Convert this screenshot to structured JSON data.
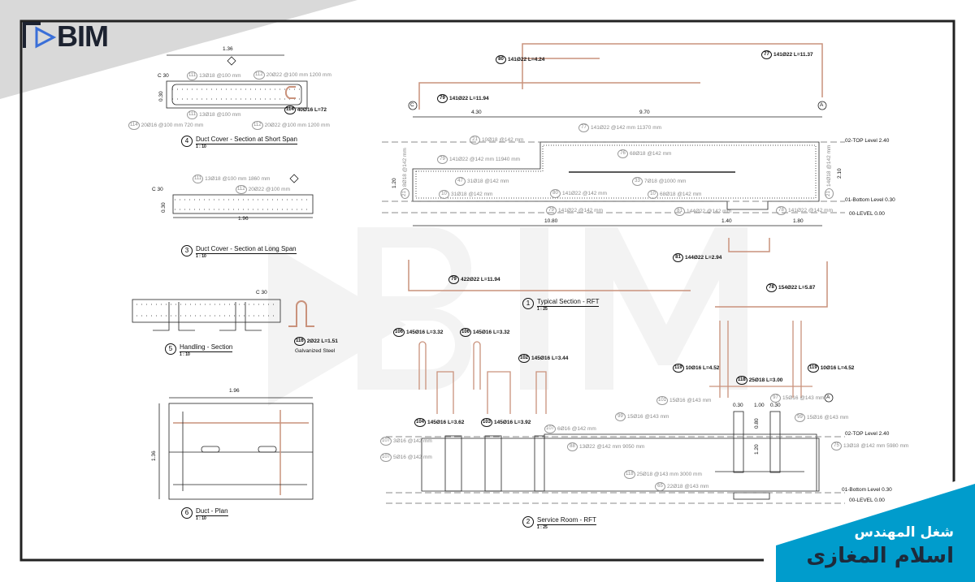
{
  "branding": {
    "logo_text": "BIM",
    "engineer_label": "شغل المهندس",
    "engineer_name": "اسلام المغازى",
    "accent": "#009ccc"
  },
  "colors": {
    "rebar": "#c9927c",
    "tag": "#8a8a8a",
    "frame": "#222222"
  },
  "views": [
    {
      "num": "4",
      "title": "Duct Cover - Section at Short Span",
      "scale": "1 : 10"
    },
    {
      "num": "3",
      "title": "Duct Cover - Section at Long Span",
      "scale": "1 : 10"
    },
    {
      "num": "5",
      "title": "Handling - Section",
      "scale": "1 : 10"
    },
    {
      "num": "6",
      "title": "Duct - Plan",
      "scale": "1 : 10"
    },
    {
      "num": "1",
      "title": "Typical Section - RFT",
      "scale": "1 : 25"
    },
    {
      "num": "2",
      "title": "Service Room - RFT",
      "scale": "1 : 25"
    }
  ],
  "texts": [
    "1.36",
    "C 30",
    "0.30",
    "C 30",
    "0.30",
    "1.96",
    "C 30",
    "Galvanized Steel",
    "1.96",
    "1.36",
    "C",
    "A",
    "4.30",
    "9.70",
    "1.20",
    "2.10",
    "02-TOP Level 2.40",
    "01-Bottom Level 0.30",
    "00-LEVEL 0.00",
    "10.80",
    "1.40",
    "1.80",
    "A",
    "0.80",
    "1.20",
    "02-TOP Level 2.40",
    "01-Bottom Level 0.30",
    "00-LEVEL 0.00",
    "0.30",
    "1.00",
    "0.30"
  ],
  "tags": [
    {
      "n": "111",
      "t": "13Ø18 @100 mm"
    },
    {
      "n": "112",
      "t": "20Ø22 @100 mm 1200 mm"
    },
    {
      "n": "111",
      "t": "13Ø18 @100 mm"
    },
    {
      "n": "114",
      "t": "20Ø16 @100 mm 720 mm"
    },
    {
      "n": "112",
      "t": "20Ø22 @100 mm 1200 mm"
    },
    {
      "n": "114",
      "t": "40Ø16 L=72",
      "bar": true
    },
    {
      "n": "111",
      "t": "13Ø18 @100 mm 1860 mm"
    },
    {
      "n": "112",
      "t": "20Ø22 @100 mm"
    },
    {
      "n": "116",
      "t": "2Ø22 L=1.51",
      "bar": true
    },
    {
      "n": "80",
      "t": "141Ø22 L=4.24",
      "bar": true
    },
    {
      "n": "77",
      "t": "141Ø22 L=11.37",
      "bar": true
    },
    {
      "n": "79",
      "t": "141Ø22 L=11.94",
      "bar": true
    },
    {
      "n": "77",
      "t": "141Ø22 @142 mm 11370 mm"
    },
    {
      "n": "21",
      "t": "10Ø18 @142 mm"
    },
    {
      "n": "76",
      "t": "68Ø18 @142 mm"
    },
    {
      "n": "79",
      "t": "141Ø22 @142 mm 11940 mm"
    },
    {
      "n": "47",
      "t": "31Ø18 @142 mm"
    },
    {
      "n": "33",
      "t": "7Ø18 @1000 mm"
    },
    {
      "n": "10",
      "t": "31Ø18 @142 mm"
    },
    {
      "n": "80",
      "t": "141Ø22 @142 mm"
    },
    {
      "n": "10",
      "t": "68Ø18 @142 mm"
    },
    {
      "n": "79",
      "t": "141Ø22 @142 mm"
    },
    {
      "n": "81",
      "t": "144Ø22 @142 mm"
    },
    {
      "n": "78",
      "t": "141Ø22 @142 mm"
    },
    {
      "n": "21",
      "t": "8Ø18 @142 mm",
      "vertical": true
    },
    {
      "n": "21",
      "t": "14Ø18 @142 mm",
      "vertical": true
    },
    {
      "n": "81",
      "t": "144Ø22 L=2.94",
      "bar": true
    },
    {
      "n": "79",
      "t": "422Ø22 L=11.94",
      "bar": true
    },
    {
      "n": "78",
      "t": "154Ø22 L=5.87",
      "bar": true
    },
    {
      "n": "106",
      "t": "145Ø16 L=3.32",
      "bar": true
    },
    {
      "n": "106",
      "t": "145Ø16 L=3.32",
      "bar": true
    },
    {
      "n": "102",
      "t": "145Ø16 L=3.44",
      "bar": true
    },
    {
      "n": "104",
      "t": "145Ø16 L=3.62",
      "bar": true
    },
    {
      "n": "103",
      "t": "145Ø16 L=3.92",
      "bar": true
    },
    {
      "n": "119",
      "t": "10Ø16 L=4.52",
      "bar": true
    },
    {
      "n": "119",
      "t": "10Ø16 L=4.52",
      "bar": true
    },
    {
      "n": "118",
      "t": "25Ø18 L=3.00",
      "bar": true
    },
    {
      "n": "101",
      "t": "15Ø16 @143 mm"
    },
    {
      "n": "97",
      "t": "15Ø16 @143 mm"
    },
    {
      "n": "99",
      "t": "15Ø16 @143 mm"
    },
    {
      "n": "99",
      "t": "15Ø16 @143 mm"
    },
    {
      "n": "107",
      "t": "6Ø16 @142 mm"
    },
    {
      "n": "107",
      "t": "3Ø16 @142 mm"
    },
    {
      "n": "107",
      "t": "5Ø16 @142 mm"
    },
    {
      "n": "88",
      "t": "13Ø22 @142 mm 9050 mm"
    },
    {
      "n": "75",
      "t": "13Ø18 @142 mm 5980 mm"
    },
    {
      "n": "118",
      "t": "25Ø18 @143 mm 3000 mm"
    },
    {
      "n": "65",
      "t": "22Ø18 @143 mm"
    }
  ]
}
